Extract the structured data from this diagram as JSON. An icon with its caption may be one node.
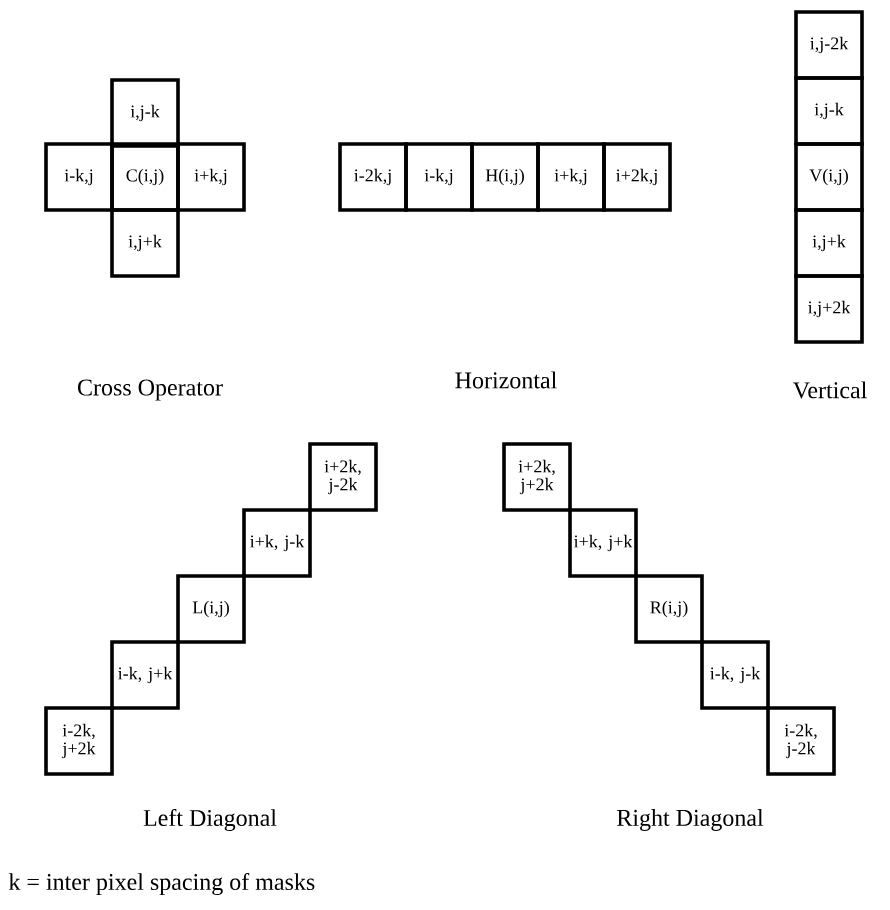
{
  "diagram": {
    "nodes": [
      {
        "text": [
          "i,j-k"
        ]
      },
      {
        "text": [
          "i-k,j"
        ]
      },
      {
        "text": [
          "C(i,j)"
        ]
      },
      {
        "text": [
          "i+k,j"
        ]
      },
      {
        "text": [
          "i,j+k"
        ]
      },
      {
        "text": [
          "i-2k,j"
        ]
      },
      {
        "text": [
          "i-k,j"
        ]
      },
      {
        "text": [
          "H(i,j)"
        ]
      },
      {
        "text": [
          "i+k,j"
        ]
      },
      {
        "text": [
          "i+2k,j"
        ]
      },
      {
        "text": [
          "i,j-2k"
        ]
      },
      {
        "text": [
          "i,j-k"
        ]
      },
      {
        "text": [
          "V(i,j)"
        ]
      },
      {
        "text": [
          "i,j+k"
        ]
      },
      {
        "text": [
          "i,j+2k"
        ]
      },
      {
        "text": [
          "i+2k, j-2k"
        ]
      },
      {
        "text": [
          "i+k, j-k"
        ]
      },
      {
        "text": [
          "L(i,j)"
        ]
      },
      {
        "text": [
          "i-k, j+k"
        ]
      },
      {
        "text": [
          "i-2k, j+2k"
        ]
      },
      {
        "text": [
          "i+2k, j+2k"
        ]
      },
      {
        "text": [
          "i+k, j+k"
        ]
      },
      {
        "text": [
          "R(i,j)"
        ]
      },
      {
        "text": [
          "i-k, j-k"
        ]
      },
      {
        "text": [
          "i-2k, j-2k"
        ]
      }
    ],
    "labels": [
      "Cross Operator",
      "Horizontal",
      "Vertical",
      "Left Diagonal",
      "Right Diagonal",
      "k = inter pixel spacing of masks"
    ]
  }
}
